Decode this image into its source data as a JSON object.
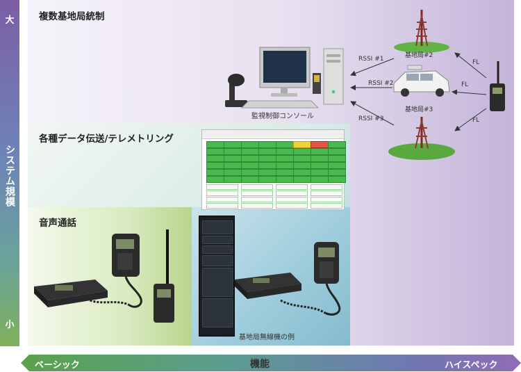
{
  "axis": {
    "y_title": "システム規模",
    "y_top": "大",
    "y_bottom": "小",
    "x_title": "機能",
    "x_left": "ベーシック",
    "x_right": "ハイスペック"
  },
  "panels": {
    "multi": {
      "title": "複数基地局統制",
      "console_caption": "監視制御コンソール"
    },
    "data": {
      "title": "各種データ伝送/テレメトリング"
    },
    "voice": {
      "title": "音声通話"
    },
    "base_station_example": {
      "caption": "基地局無線機の例"
    }
  },
  "network": {
    "station2": "基地局#2",
    "station3": "基地局#3",
    "rssi1": "RSSI #1",
    "rssi2": "RSSI #2",
    "rssi3": "RSSI #3",
    "fl_top": "FL",
    "fl_mid": "FL",
    "fl_bottom": "FL"
  },
  "colors": {
    "axis_purple": "#7c5ea6",
    "axis_green": "#5aa24e",
    "panel_purple": "#c4b4d9",
    "panel_teal": "#a7d0d9",
    "panel_green": "#b9d48d"
  }
}
